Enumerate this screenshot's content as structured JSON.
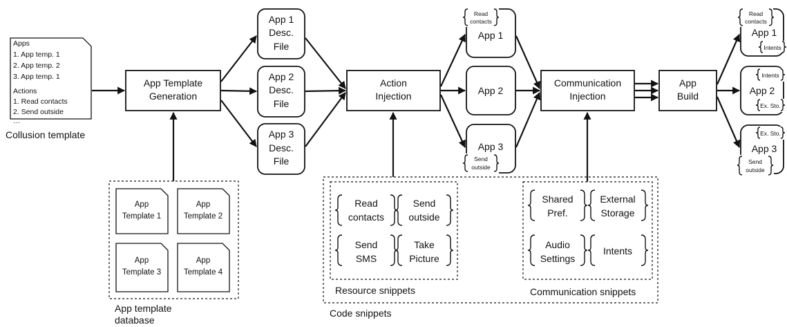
{
  "collusion_template": {
    "lines": [
      "Apps",
      "1.    App temp. 1",
      "2.    App temp. 2",
      "3.    App temp. 1",
      "",
      "Actions",
      "1. Read contacts",
      "2. Send outside",
      "…"
    ],
    "caption": "Collusion template"
  },
  "app_template_generation": [
    "App Template",
    "Generation"
  ],
  "app_template_database": {
    "items": [
      [
        "App",
        "Template 1"
      ],
      [
        "App",
        "Template 2"
      ],
      [
        "App",
        "Template 3"
      ],
      [
        "App",
        "Template 4"
      ]
    ],
    "caption": [
      "App template",
      "database"
    ]
  },
  "desc_files": [
    [
      "App 1",
      "Desc.",
      "File"
    ],
    [
      "App 2",
      "Desc.",
      "File"
    ],
    [
      "App 3",
      "Desc.",
      "File"
    ]
  ],
  "action_injection": [
    "Action",
    "Injection"
  ],
  "injected_apps": {
    "app1": {
      "name": "App 1",
      "tag": [
        "Read",
        "contacts"
      ]
    },
    "app2": {
      "name": "App 2"
    },
    "app3": {
      "name": "App 3",
      "tag": [
        "Send",
        "outside"
      ]
    }
  },
  "communication_injection": [
    "Communication",
    "Injection"
  ],
  "app_build": [
    "App",
    "Build"
  ],
  "built_apps": {
    "app1": {
      "name": "App 1",
      "top": [
        "Read",
        "contacts"
      ],
      "bottom": "Intents"
    },
    "app2": {
      "name": "App 2",
      "top": "Intents",
      "bottom": "Ex. Sto."
    },
    "app3": {
      "name": "App 3",
      "top": "Ex. Sto.",
      "bottom": [
        "Send",
        "outside"
      ]
    }
  },
  "resource_snippets": {
    "items": [
      [
        "Read",
        "contacts"
      ],
      [
        "Send",
        "outside"
      ],
      [
        "Send",
        "SMS"
      ],
      [
        "Take",
        "Picture"
      ]
    ],
    "caption": "Resource snippets"
  },
  "communication_snippets": {
    "items": [
      [
        "Shared",
        "Pref."
      ],
      [
        "External",
        "Storage"
      ],
      [
        "Audio",
        "Settings"
      ],
      [
        "Intents"
      ]
    ],
    "caption": "Communication snippets"
  },
  "code_snippets_caption": "Code snippets"
}
